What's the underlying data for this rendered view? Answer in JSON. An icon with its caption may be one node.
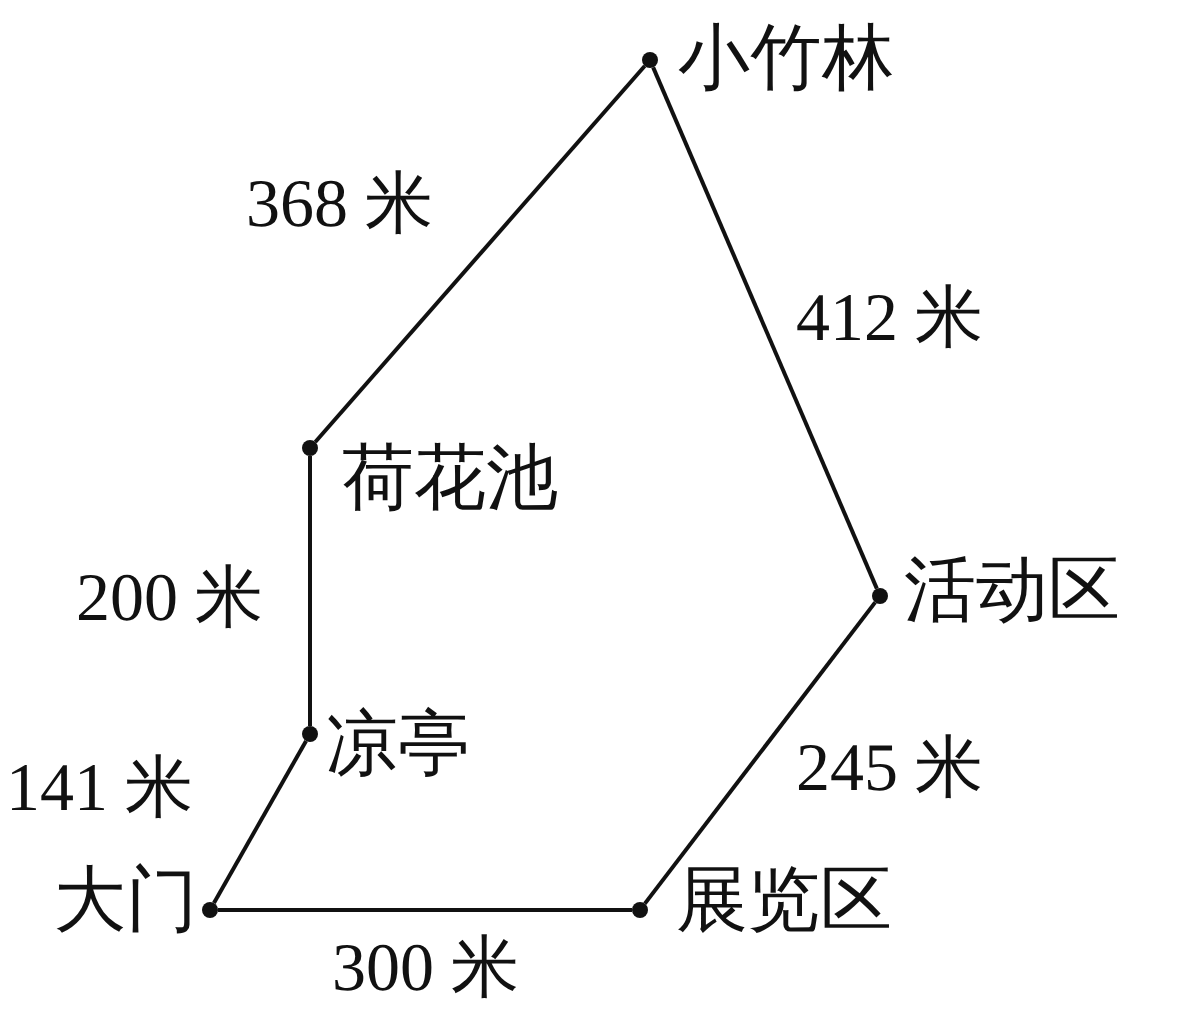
{
  "diagram": {
    "nodes": [
      {
        "text": [
          "小竹林"
        ]
      },
      {
        "text": [
          "荷花池"
        ]
      },
      {
        "text": [
          "活动区"
        ]
      },
      {
        "text": [
          "凉亭"
        ]
      },
      {
        "text": [
          "大门"
        ]
      },
      {
        "text": [
          "展览区"
        ]
      }
    ],
    "edges": [
      {
        "from": 0,
        "to": 1,
        "arrow": "none",
        "label": "368 米"
      },
      {
        "from": 0,
        "to": 2,
        "arrow": "none",
        "label": "412 米"
      },
      {
        "from": 1,
        "to": 3,
        "arrow": "none",
        "label": "200 米"
      },
      {
        "from": 3,
        "to": 4,
        "arrow": "none",
        "label": "141 米"
      },
      {
        "from": 4,
        "to": 5,
        "arrow": "none",
        "label": "300 米"
      },
      {
        "from": 5,
        "to": 2,
        "arrow": "none",
        "label": "245 米"
      }
    ]
  }
}
